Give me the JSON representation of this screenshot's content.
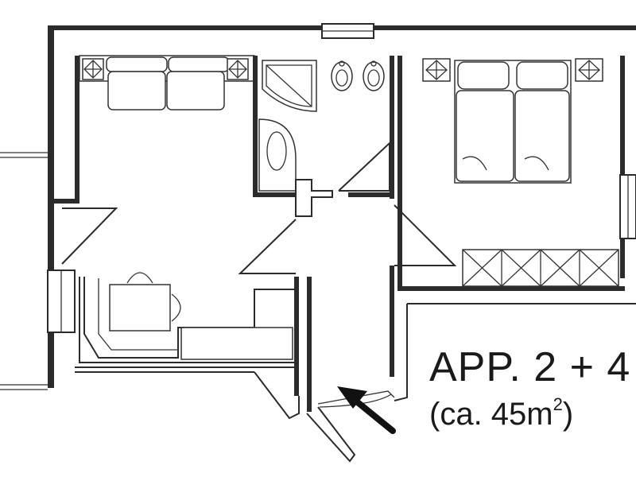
{
  "floor_plan": {
    "title": "APP. 2 + 4",
    "area_prefix": "(ca. 45m",
    "area_superscript": "2",
    "area_suffix": ")"
  }
}
